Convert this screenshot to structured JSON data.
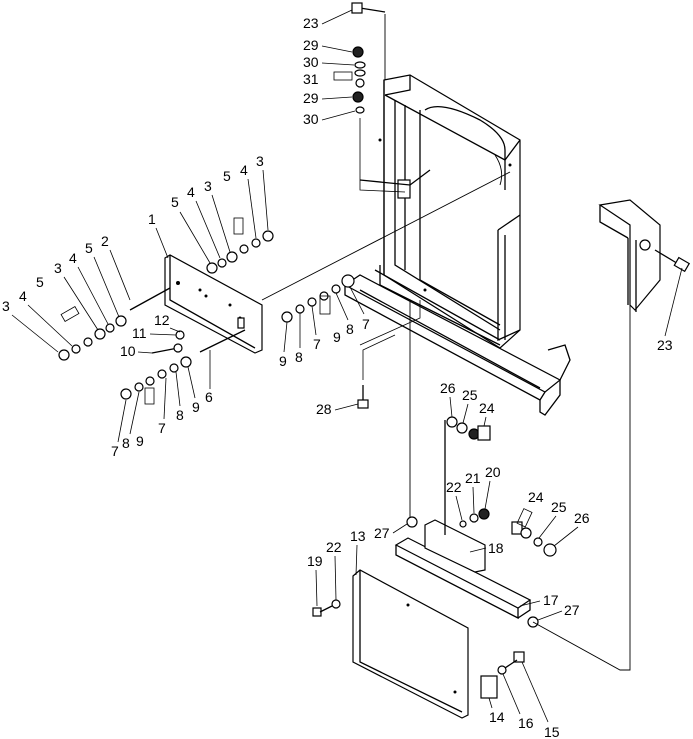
{
  "diagram": {
    "callouts": [
      {
        "id": "c23a",
        "text": "23"
      },
      {
        "id": "c29a",
        "text": "29"
      },
      {
        "id": "c30a",
        "text": "30"
      },
      {
        "id": "c31",
        "text": "31"
      },
      {
        "id": "c29b",
        "text": "29"
      },
      {
        "id": "c30b",
        "text": "30"
      },
      {
        "id": "c23b",
        "text": "23"
      },
      {
        "id": "c1",
        "text": "1"
      },
      {
        "id": "c2",
        "text": "2"
      },
      {
        "id": "c3a",
        "text": "3"
      },
      {
        "id": "c4a",
        "text": "4"
      },
      {
        "id": "c5a",
        "text": "5"
      },
      {
        "id": "c3b",
        "text": "3"
      },
      {
        "id": "c4b",
        "text": "4"
      },
      {
        "id": "c5b",
        "text": "5"
      },
      {
        "id": "c5c",
        "text": "5"
      },
      {
        "id": "c4c",
        "text": "4"
      },
      {
        "id": "c3c",
        "text": "3"
      },
      {
        "id": "c5d",
        "text": "5"
      },
      {
        "id": "c4d",
        "text": "4"
      },
      {
        "id": "c3d",
        "text": "3"
      },
      {
        "id": "c11",
        "text": "11"
      },
      {
        "id": "c12",
        "text": "12"
      },
      {
        "id": "c10",
        "text": "10"
      },
      {
        "id": "c6",
        "text": "6"
      },
      {
        "id": "c9a",
        "text": "9"
      },
      {
        "id": "c8a",
        "text": "8"
      },
      {
        "id": "c7a",
        "text": "7"
      },
      {
        "id": "c9b",
        "text": "9"
      },
      {
        "id": "c8b",
        "text": "8"
      },
      {
        "id": "c7b",
        "text": "7"
      },
      {
        "id": "c7c",
        "text": "7"
      },
      {
        "id": "c8c",
        "text": "8"
      },
      {
        "id": "c9c",
        "text": "9"
      },
      {
        "id": "c7d",
        "text": "7"
      },
      {
        "id": "c8d",
        "text": "8"
      },
      {
        "id": "c9d",
        "text": "9"
      },
      {
        "id": "c28",
        "text": "28"
      },
      {
        "id": "c26a",
        "text": "26"
      },
      {
        "id": "c25a",
        "text": "25"
      },
      {
        "id": "c24a",
        "text": "24"
      },
      {
        "id": "c22a",
        "text": "22"
      },
      {
        "id": "c21",
        "text": "21"
      },
      {
        "id": "c20",
        "text": "20"
      },
      {
        "id": "c27a",
        "text": "27"
      },
      {
        "id": "c18",
        "text": "18"
      },
      {
        "id": "c24b",
        "text": "24"
      },
      {
        "id": "c25b",
        "text": "25"
      },
      {
        "id": "c26b",
        "text": "26"
      },
      {
        "id": "c13",
        "text": "13"
      },
      {
        "id": "c19",
        "text": "19"
      },
      {
        "id": "c22b",
        "text": "22"
      },
      {
        "id": "c17",
        "text": "17"
      },
      {
        "id": "c27b",
        "text": "27"
      },
      {
        "id": "c14",
        "text": "14"
      },
      {
        "id": "c16",
        "text": "16"
      },
      {
        "id": "c15",
        "text": "15"
      }
    ]
  }
}
